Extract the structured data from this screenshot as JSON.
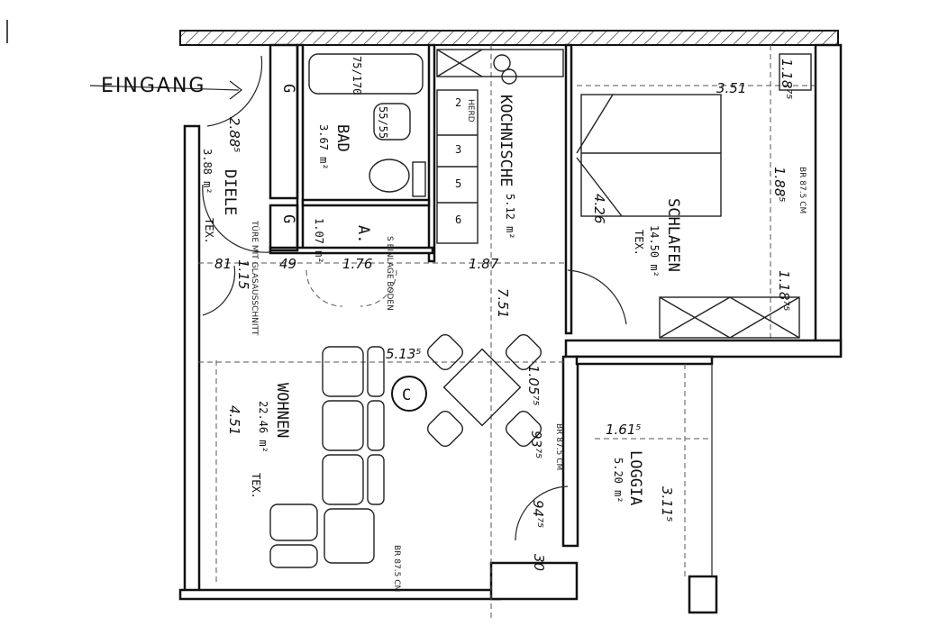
{
  "entrance": {
    "label": "EINGANG"
  },
  "rooms": {
    "diele": {
      "name": "DIELE",
      "area": "3.88 m²",
      "floor": "TEX.",
      "note": "TÜRE MIT GLASAUSSCHNITT",
      "dim": "2.88⁵"
    },
    "bad": {
      "name": "BAD",
      "area": "3.67 m²",
      "tub": "75/170",
      "sink": "55/55"
    },
    "abstell": {
      "name": "A.",
      "area": "1.07 m²",
      "note": "S EINLAGE BODEN"
    },
    "kochnische": {
      "name": "KOCHNISCHE",
      "area": "5.12 m²",
      "items": [
        "2",
        "3",
        "5",
        "6"
      ],
      "note": "HERD"
    },
    "schlafen": {
      "name": "SCHLAFEN",
      "area": "14.50 m²",
      "floor": "TEX."
    },
    "wohnen": {
      "name": "WOHNEN",
      "area": "22.46 m²",
      "floor": "TEX."
    },
    "loggia": {
      "name": "LOGGIA",
      "area": "5.20 m²"
    }
  },
  "closets": [
    "G",
    "G"
  ],
  "unit_label": "C",
  "dimensions": {
    "d351": "3.51",
    "d118a": "1.18⁷⁵",
    "d188": "1.88⁵",
    "d118b": "1.18⁷⁵",
    "d426": "4.26",
    "d187": "1.87",
    "d176": "1.76",
    "d49": "49",
    "d81": "81",
    "d115": "1.15",
    "d751": "7.51",
    "d5135": "5.13⁵",
    "d451": "4.51",
    "d105": "1.05⁷⁵",
    "d93": "93⁷⁵",
    "d94": "94⁷⁵",
    "d30": "30",
    "d1615": "1.61⁵",
    "d3115": "3.11⁵"
  },
  "windows": {
    "w1": "BR 87.5 CM",
    "w2": "BR 87.5 CM",
    "w3": "BR 87.5 CM"
  }
}
